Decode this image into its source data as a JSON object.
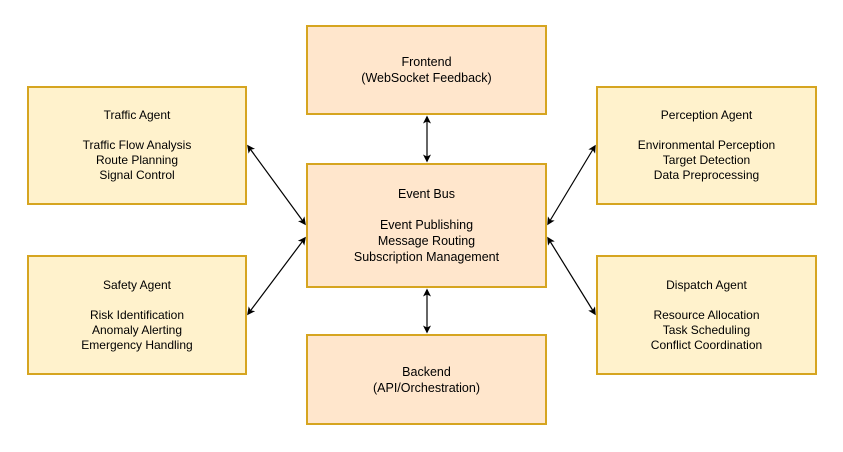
{
  "nodes": {
    "frontend": {
      "title": "Frontend",
      "lines": [
        "(WebSocket Feedback)"
      ]
    },
    "event_bus": {
      "title": "Event Bus",
      "lines": [
        "Event Publishing",
        "Message Routing",
        "Subscription Management"
      ]
    },
    "backend": {
      "title": "Backend",
      "lines": [
        "(API/Orchestration)"
      ]
    },
    "traffic_agent": {
      "title": "Traffic Agent",
      "lines": [
        "Traffic Flow Analysis",
        "Route Planning",
        "Signal Control"
      ]
    },
    "safety_agent": {
      "title": "Safety Agent",
      "lines": [
        "Risk Identification",
        "Anomaly Alerting",
        "Emergency Handling"
      ]
    },
    "perception_agent": {
      "title": "Perception Agent",
      "lines": [
        "Environmental Perception",
        "Target Detection",
        "Data Preprocessing"
      ]
    },
    "dispatch_agent": {
      "title": "Dispatch Agent",
      "lines": [
        "Resource Allocation",
        "Task Scheduling",
        "Conflict Coordination"
      ]
    }
  },
  "colors": {
    "border": "#d6a520",
    "core_fill": "#ffe6cc",
    "agent_fill": "#fff2cc",
    "edge": "#000000"
  }
}
